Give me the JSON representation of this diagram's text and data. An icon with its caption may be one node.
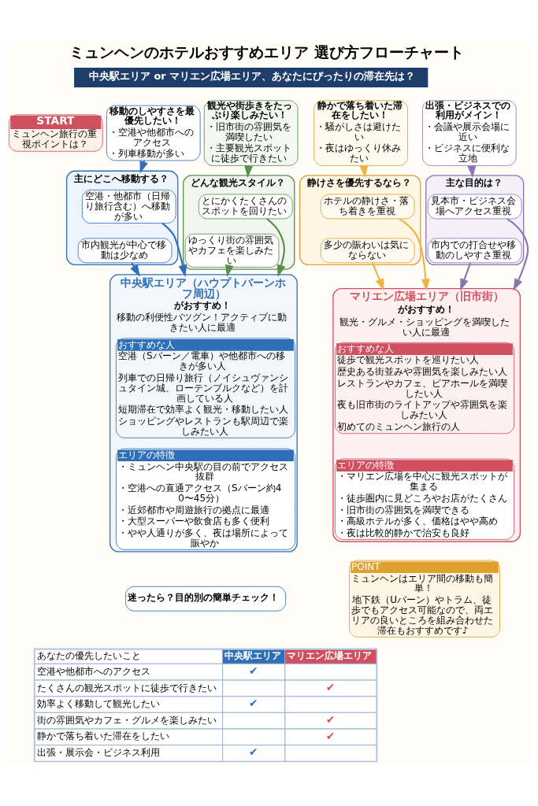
{
  "diagram": {
    "title": "ミュンヘンのホテルおすすめエリア 選び方フローチャート",
    "nodes": [
      {
        "text": [
          "START",
          "ミュンヘン旅行の重視ポイントは？"
        ]
      },
      {
        "text": [
          "移動のしやすさを最優先したい！",
          "・空港や他都市へのアクセス",
          "・列車移動が多い"
        ]
      },
      {
        "text": [
          "観光や街歩きをたっぷり楽しみたい！",
          "・旧市街の雰囲気を満喫したい",
          "・主要観光スポットに徒歩で行きたい"
        ]
      },
      {
        "text": [
          "静かで落ち着いた滞在をしたい！",
          "・騒がしさは避けたい",
          "・夜はゆっくり休みたい"
        ]
      },
      {
        "text": [
          "出張・ビジネスでの利用がメイン！",
          "・会議や展示会場に近い",
          "・ビジネスに便利な立地"
        ]
      },
      {
        "text": [
          "主にどこへ移動する？"
        ]
      },
      {
        "text": [
          "どんな観光スタイル？"
        ]
      },
      {
        "text": [
          "静けさを優先するなら？"
        ]
      },
      {
        "text": [
          "主な目的は？"
        ]
      },
      {
        "text": [
          "空港・他都市（日帰り旅行含む）へ移動が多い"
        ],
        "in": 5
      },
      {
        "text": [
          "市内観光が中心で移動は少なめ"
        ],
        "in": 5
      },
      {
        "text": [
          "とにかくたくさんのスポットを回りたい"
        ],
        "in": 6
      },
      {
        "text": [
          "ゆっくり街の雰囲気やカフェを楽しみたい"
        ],
        "in": 6
      },
      {
        "text": [
          "ホテルの静けさ・落ち着きを重視"
        ],
        "in": 7
      },
      {
        "text": [
          "多少の賑わいは気にならない"
        ],
        "in": 7
      },
      {
        "text": [
          "見本市・ビジネス会場へアクセス重視"
        ],
        "in": 8
      },
      {
        "text": [
          "市内での打合せや移動のしやすさ重視"
        ],
        "in": 8
      },
      {
        "text": [
          "中央駅エリア（ハウプトバーンホフ周辺）",
          "がおすすめ！",
          "移動の利便性バツグン！アクティブに動きたい人に最適"
        ]
      },
      {
        "text": [
          "マリエン広場エリア（旧市街）",
          "がおすすめ！",
          "観光・グルメ・ショッピングを満喫したい人に最適"
        ]
      },
      {
        "text": [
          "おすすめな人",
          "空港（Sバーン／電車）や他都市への移きが多い人",
          "列車での日帰り旅行（ノイシュヴァンシュタイン城、ローテンブルクなど）を計画している人",
          "短期滞在で効率よく観光・移動したい人",
          "ショッピングやレストランも駅周辺で楽しみたい人"
        ],
        "in": 17
      },
      {
        "text": [
          "エリアの特徴",
          "・ミュンヘン中央駅の目の前でアクセス抜群",
          "・空港への直通アクセス（Sバーン約40〜45分）",
          "・近郊都市や周遊旅行の拠点に最適",
          "・大型スーパーや飲食店も多く便利",
          "・やや人通りが多く、夜は場所によって賑やか"
        ],
        "in": 17
      },
      {
        "text": [
          "おすすめな人",
          "徒歩で観光スポットを巡りたい人",
          "歴史ある街並みや雰囲気を楽しみたい人",
          "レストランやカフェ、ビアホールを満喫したい人",
          "夜も旧市街のライトアップや雰囲気を楽しみたい人",
          "初めてのミュンヘン旅行の人"
        ],
        "in": 18
      },
      {
        "text": [
          "エリアの特徴",
          "・マリエン広場を中心に観光スポットが集まる",
          "・徒歩圏内に見どころやお店がたくさん",
          "・旧市街の雰囲気を満喫できる",
          "・高級ホテルが多く、価格はやや高め",
          "・夜は比較的静かで治安も良好"
        ],
        "in": 18
      },
      {
        "text": [
          "迷ったら？目的別の簡単チェック！"
        ]
      },
      {
        "text": [
          "POINT",
          "ミュンヘンはエリア間の移動も簡単！",
          "地下鉄（Uバーン）やトラム、徒歩でもアクセス可能なので、両エリアの良いところを組み合わせた滞在もおすすめです♪"
        ]
      }
    ],
    "edges": [
      {
        "from": 1,
        "to": 5,
        "arrow": "to",
        "color": "#2f6fb8"
      },
      {
        "from": 2,
        "to": 6,
        "arrow": "to",
        "color": "#5a8f4e"
      },
      {
        "from": 3,
        "to": 7,
        "arrow": "to",
        "color": "#f0b240"
      },
      {
        "from": 4,
        "to": 8,
        "arrow": "to",
        "color": "#8e74b0"
      },
      {
        "from": 9,
        "to": 17,
        "arrow": "to",
        "color": "#2f6fb8"
      },
      {
        "from": 10,
        "to": 17,
        "arrow": "to",
        "color": "#2f6fb8"
      },
      {
        "from": 11,
        "to": 17,
        "arrow": "to",
        "color": "#5a8f4e"
      },
      {
        "from": 12,
        "to": 17,
        "arrow": "to",
        "color": "#5a8f4e"
      },
      {
        "from": 13,
        "to": 18,
        "arrow": "to",
        "color": "#f0b240"
      },
      {
        "from": 14,
        "to": 18,
        "arrow": "to",
        "color": "#f0b240"
      },
      {
        "from": 15,
        "to": 18,
        "arrow": "to",
        "color": "#8e74b0"
      },
      {
        "from": 16,
        "to": 18,
        "arrow": "to",
        "color": "#8e74b0"
      }
    ],
    "labels": [
      "中央駅エリア or マリエン広場エリア、あなたにぴったりの滞在先は？",
      "あなたの優先したいこと",
      "中央駅エリア",
      "マリエン広場エリア",
      "空港や他都市へのアクセス",
      "✔",
      "たくさんの観光スポットに徒歩で行きたい",
      "✔",
      "効率よく移動して観光したい",
      "✔",
      "街の雰囲気やカフェ・グルメを楽しみたい",
      "✔",
      "静かで落ち着いた滞在をしたい",
      "✔",
      "出張・展示会・ビジネス利用",
      "✔"
    ]
  }
}
